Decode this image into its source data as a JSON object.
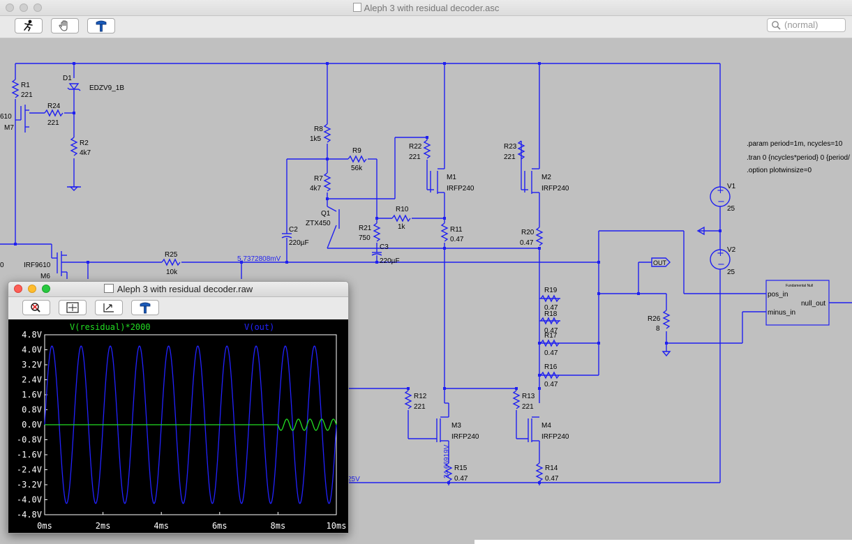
{
  "window": {
    "title": "Aleph 3 with residual decoder.asc"
  },
  "toolbar": {
    "search_placeholder": "(normal)"
  },
  "schematic": {
    "components": [
      {
        "ref": "R1",
        "value": "221"
      },
      {
        "ref": "D1",
        "value": "EDZV9_1B"
      },
      {
        "ref": "R24",
        "value": "221"
      },
      {
        "ref": "M7",
        "value": "610"
      },
      {
        "ref": "R2",
        "value": "4k7"
      },
      {
        "ref": "R8",
        "value": "1k5"
      },
      {
        "ref": "R9",
        "value": "56k"
      },
      {
        "ref": "R7",
        "value": "4k7"
      },
      {
        "ref": "Q1",
        "value": "ZTX450"
      },
      {
        "ref": "C2",
        "value": "220µF"
      },
      {
        "ref": "R10",
        "value": "1k"
      },
      {
        "ref": "R21",
        "value": "750"
      },
      {
        "ref": "C3",
        "value": "220µF"
      },
      {
        "ref": "R11",
        "value": "0.47"
      },
      {
        "ref": "R22",
        "value": "221"
      },
      {
        "ref": "M1",
        "value": "IRFP240"
      },
      {
        "ref": "R23",
        "value": "221"
      },
      {
        "ref": "M2",
        "value": "IRFP240"
      },
      {
        "ref": "R20",
        "value": "0.47"
      },
      {
        "ref": "R25",
        "value": "10k"
      },
      {
        "ref": "M6",
        "value": "IRF9610"
      },
      {
        "ref": "R19",
        "value": "0.47"
      },
      {
        "ref": "R18",
        "value": "0.47"
      },
      {
        "ref": "R17",
        "value": "0.47"
      },
      {
        "ref": "R16",
        "value": "0.47"
      },
      {
        "ref": "R12",
        "value": "221"
      },
      {
        "ref": "M3",
        "value": "IRFP240"
      },
      {
        "ref": "R13",
        "value": "221"
      },
      {
        "ref": "M4",
        "value": "IRFP240"
      },
      {
        "ref": "R15",
        "value": "0.47"
      },
      {
        "ref": "R14",
        "value": "0.47"
      },
      {
        "ref": "R26",
        "value": "8"
      },
      {
        "ref": "V1",
        "value": "25"
      },
      {
        "ref": "V2",
        "value": "25"
      }
    ],
    "node_voltages": [
      "5.7372808mV",
      "24.66919V",
      "25V"
    ],
    "directives": [
      ".param period=1m, ncycles=10",
      ".tran 0 {ncycles*period} 0 {period/",
      ".option plotwinsize=0"
    ],
    "out_label": "OUT",
    "block": {
      "title": "Fundamental Null",
      "pin_pos": "pos_in",
      "pin_minus": "minus_in",
      "pin_out": "null_out"
    },
    "edge_labels": [
      "610",
      "0"
    ]
  },
  "plot_window": {
    "title": "Aleph 3 with residual decoder.raw",
    "traces": [
      {
        "name": "V(residual)*2000",
        "color": "#22dd22"
      },
      {
        "name": "V(out)",
        "color": "#2222ff"
      }
    ],
    "y_ticks": [
      "4.8V",
      "4.0V",
      "3.2V",
      "2.4V",
      "1.6V",
      "0.8V",
      "0.0V",
      "-0.8V",
      "-1.6V",
      "-2.4V",
      "-3.2V",
      "-4.0V",
      "-4.8V"
    ],
    "x_ticks": [
      "0ms",
      "2ms",
      "4ms",
      "6ms",
      "8ms",
      "10ms"
    ]
  },
  "chart_data": {
    "type": "line",
    "title": "",
    "xlabel": "",
    "ylabel": "",
    "xlim": [
      0,
      10
    ],
    "ylim": [
      -4.8,
      4.8
    ],
    "x_unit": "ms",
    "y_unit": "V",
    "grid": false,
    "background": "#000000",
    "series": [
      {
        "name": "V(out)",
        "color": "#2222ff",
        "waveform": "sine",
        "amplitude": 4.2,
        "frequency_khz": 1,
        "cycles": 10
      },
      {
        "name": "V(residual)*2000",
        "color": "#22dd22",
        "waveform": "flat-then-sine",
        "flat_until_ms": 8,
        "amplitude": 0.3,
        "frequency_khz": 2.5
      }
    ]
  }
}
